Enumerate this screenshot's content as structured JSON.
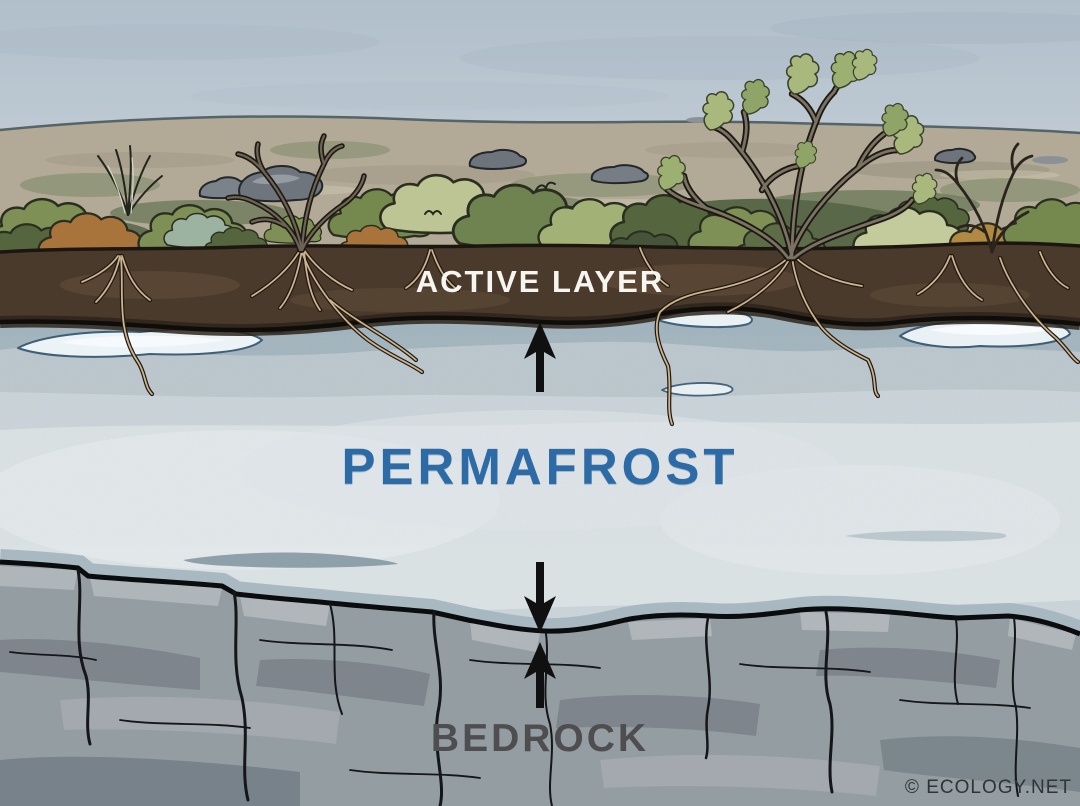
{
  "diagram": {
    "type": "permafrost cross-section illustration",
    "labels": {
      "active_layer": "ACTIVE LAYER",
      "permafrost": "PERMAFROST",
      "bedrock": "BEDROCK"
    },
    "attribution": "© ECOLOGY.NET",
    "colors": {
      "active_layer_label": "#F7F5EF",
      "permafrost_label": "#2D6BA6",
      "bedrock_label": "#4E4E50",
      "attribution": "#2F3537",
      "sky": "#BCC8D2",
      "tundra_surface": "#B2AA97",
      "active_layer_soil": "#4A3A2C",
      "permafrost_ice": "#D2DBDF",
      "ice_lens": "#EBF2F6",
      "bedrock_rock": "#969EA3",
      "arrows": "#101010"
    }
  }
}
